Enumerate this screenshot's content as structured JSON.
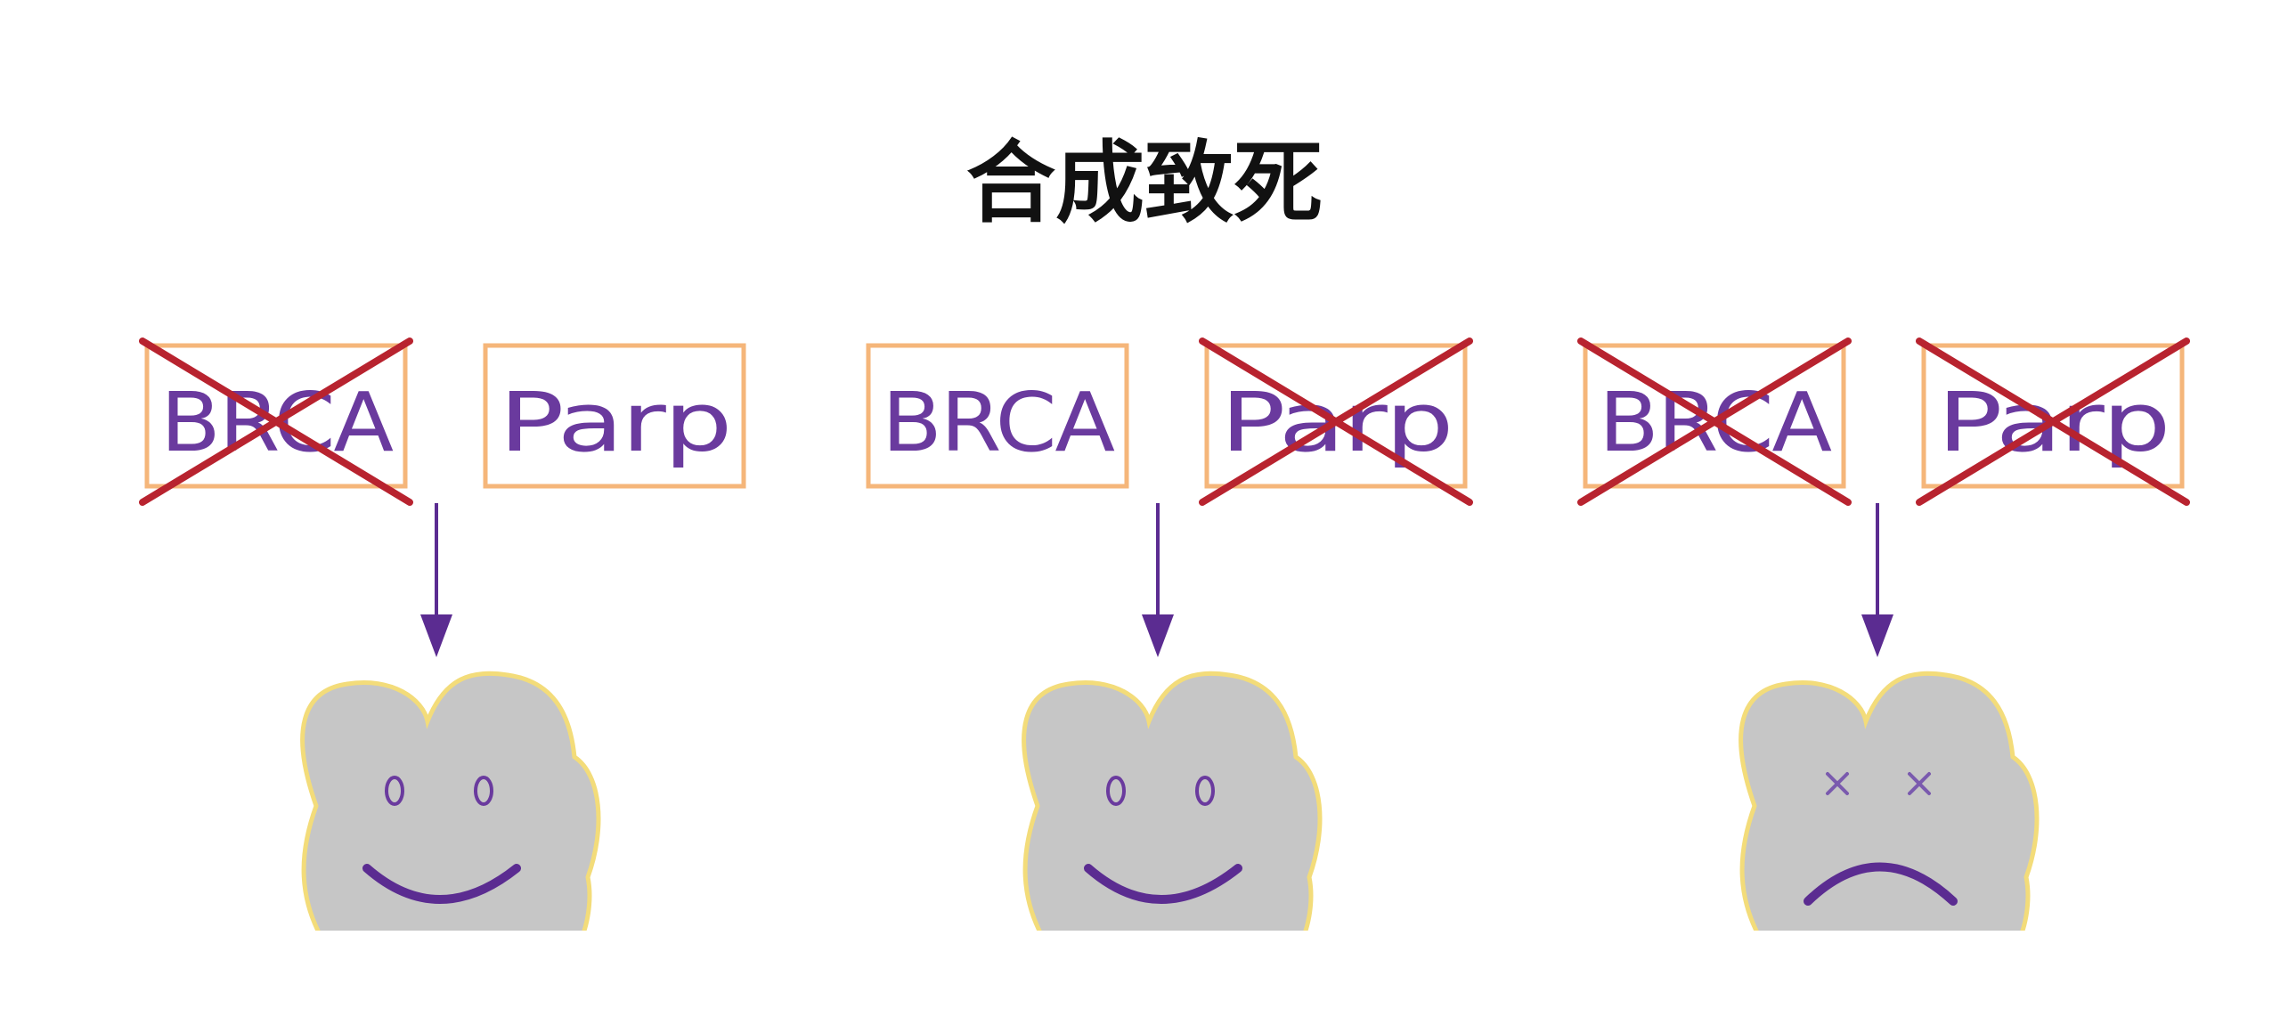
{
  "title": "合成致死",
  "colors": {
    "gene_text": "#6a3a9e",
    "box_border": "#f5b67a",
    "cross": "#b8232f",
    "arrow": "#5b2c91",
    "cell_fill": "#c6c6c6",
    "cell_outline": "#f3dc7a"
  },
  "panels": [
    {
      "genes": [
        {
          "label": "BRCA",
          "knocked_out": true
        },
        {
          "label": "Parp",
          "knocked_out": false
        }
      ],
      "cell": {
        "state": "alive",
        "face": "happy"
      }
    },
    {
      "genes": [
        {
          "label": "BRCA",
          "knocked_out": false
        },
        {
          "label": "Parp",
          "knocked_out": true
        }
      ],
      "cell": {
        "state": "alive",
        "face": "happy"
      }
    },
    {
      "genes": [
        {
          "label": "BRCA",
          "knocked_out": true
        },
        {
          "label": "Parp",
          "knocked_out": true
        }
      ],
      "cell": {
        "state": "dead",
        "face": "sad"
      }
    }
  ]
}
